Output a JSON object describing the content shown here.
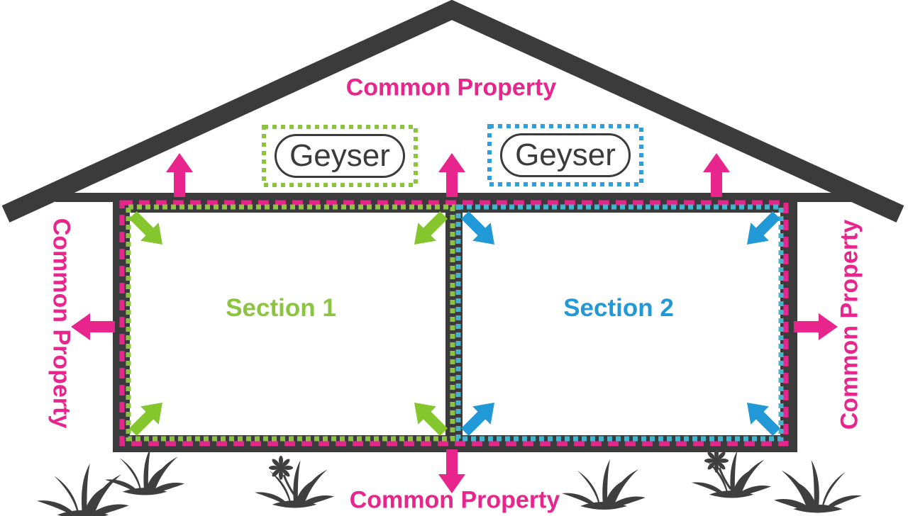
{
  "diagram": {
    "roof_label": "Common Property",
    "left_label": "Common Property",
    "right_label": "Common Property",
    "bottom_label": "Common Property",
    "sections": [
      {
        "label": "Section 1",
        "color": "#8BC53F"
      },
      {
        "label": "Section 2",
        "color": "#2199D6"
      }
    ],
    "geysers": [
      {
        "label": "Geyser",
        "border_color": "#8BC53F"
      },
      {
        "label": "Geyser",
        "border_color": "#2E9FDB"
      }
    ],
    "colors": {
      "common_property_pink": "#E8248D",
      "section_1_green": "#8BC53F",
      "section_1_arrow_green": "#85C52E",
      "section_2_blue": "#2199D6",
      "section_2_dots_teal": "#45B4CC",
      "structure_dark": "#3B3B3B"
    }
  }
}
